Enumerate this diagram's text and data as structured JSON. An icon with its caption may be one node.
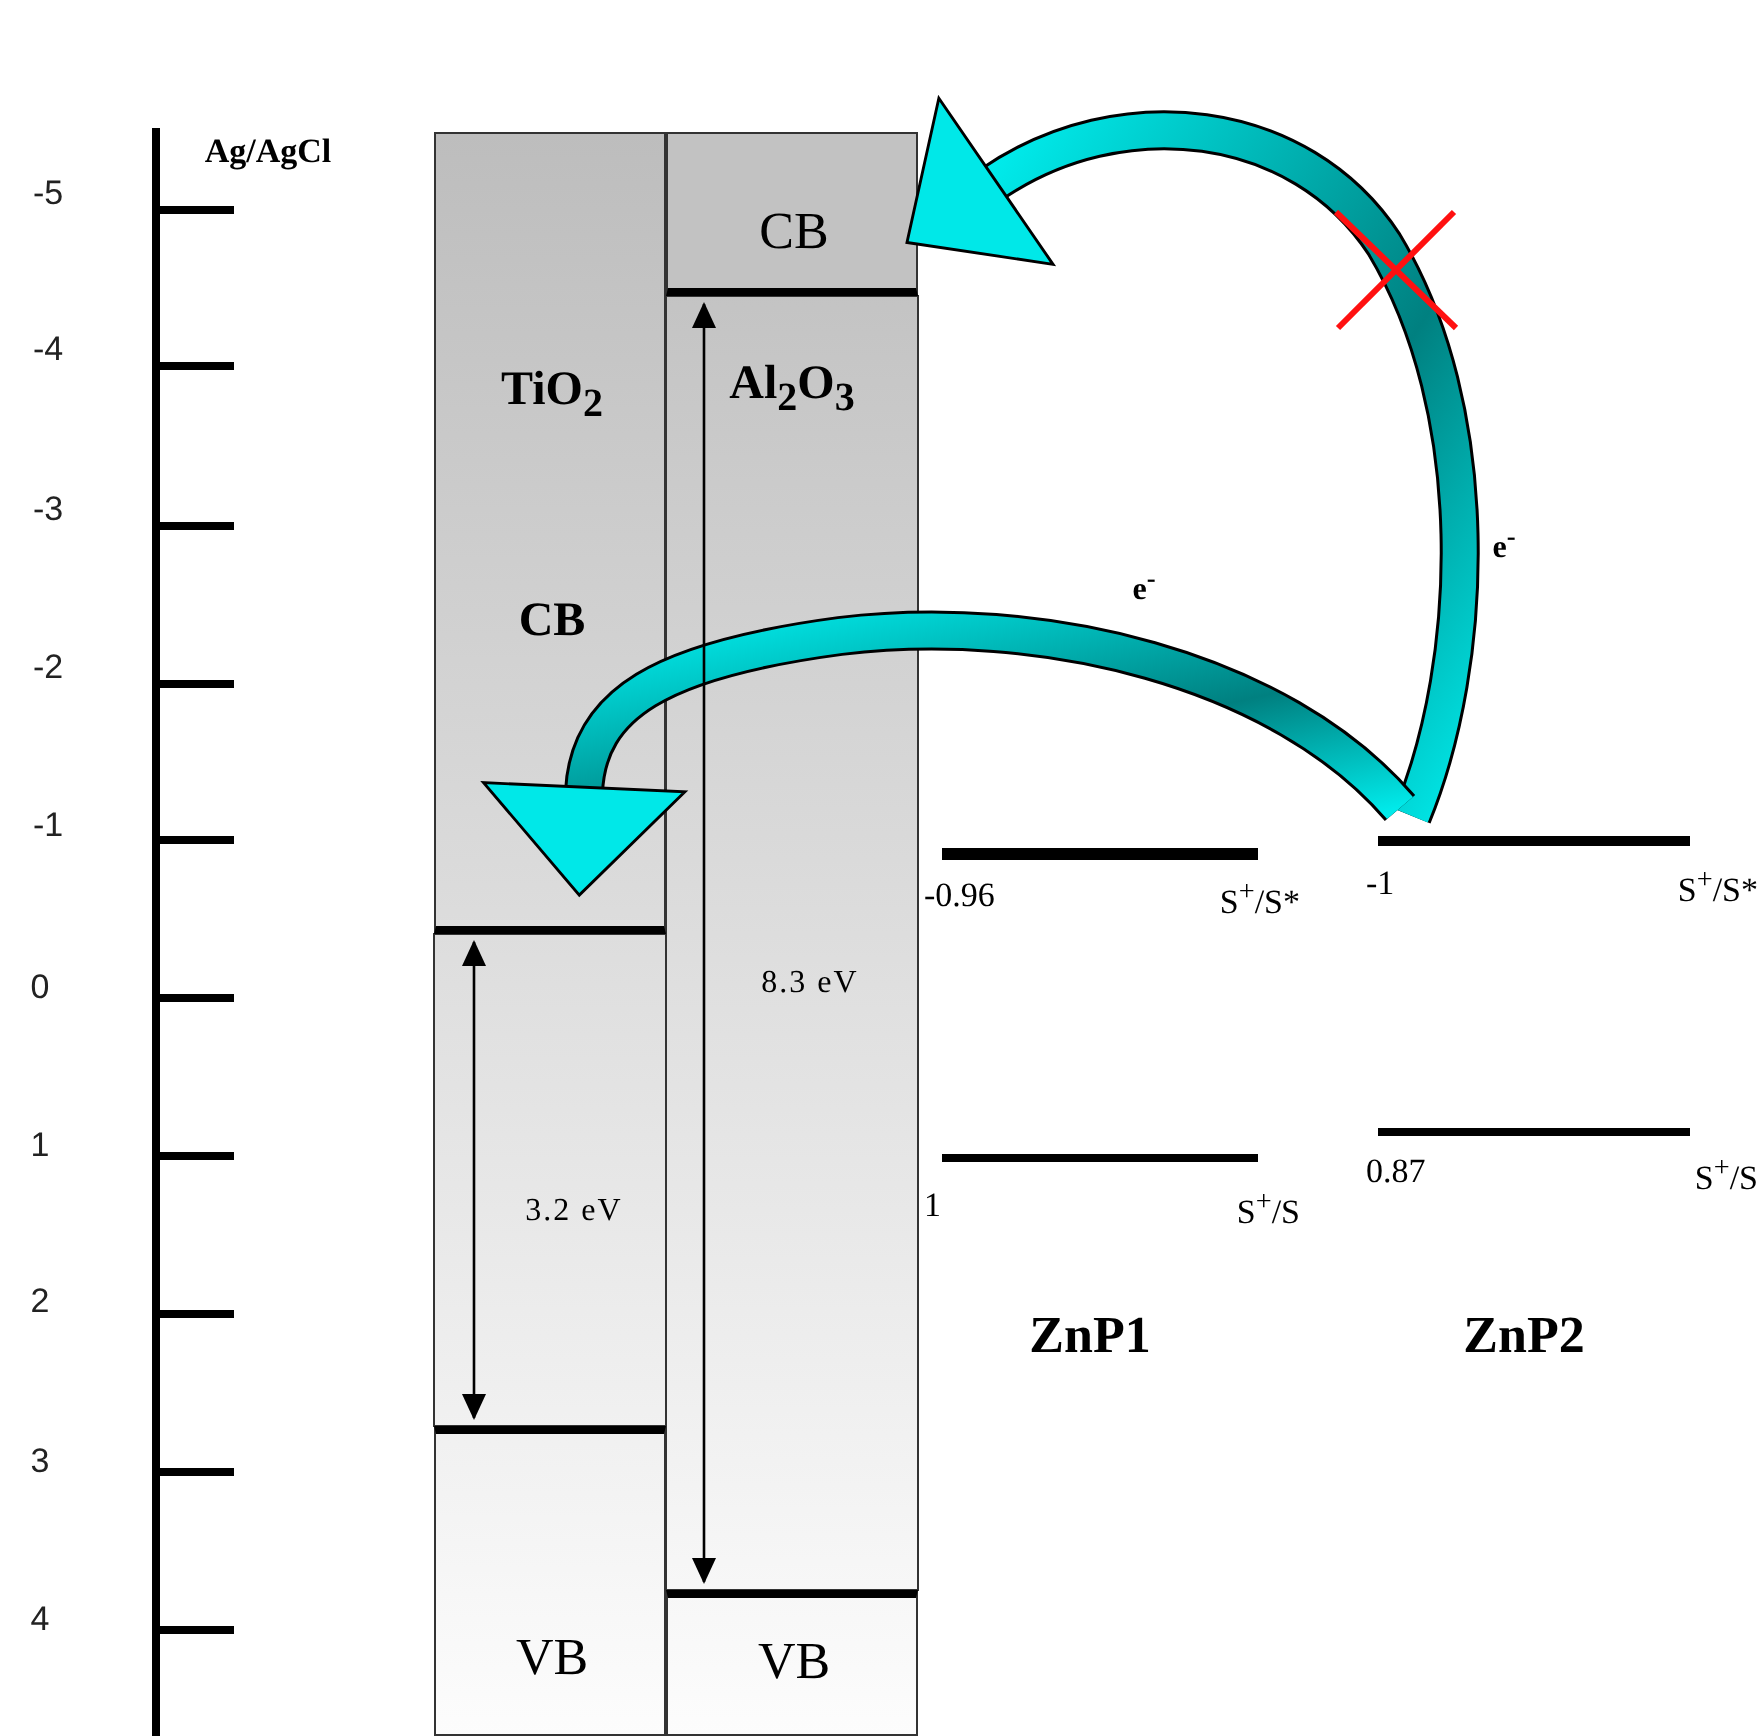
{
  "diagram": {
    "nodes": [
      {
        "text": [
          "TiO$_{2}$",
          "CB"
        ]
      },
      {
        "text": [
          "VB"
        ]
      },
      {
        "text": [
          "CB"
        ]
      },
      {
        "text": [
          "VB"
        ]
      },
      {
        "text": [
          "-0.96",
          "S$^{+}$/S*"
        ]
      },
      {
        "text": [
          "1",
          "S$^{+}$/S"
        ]
      },
      {
        "text": [
          "-1",
          "S$^{+}$/S*"
        ]
      },
      {
        "text": [
          "0.87",
          "S$^{+}$/S"
        ]
      }
    ],
    "edges": [
      {
        "from": 6,
        "to": 2,
        "arrow": "to",
        "label": "e$^{-}$"
      },
      {
        "from": 6,
        "to": 0,
        "arrow": "to",
        "label": "e$^{-}$"
      },
      {
        "from": 2,
        "to": 3,
        "arrow": "both",
        "label": "8.3 eV"
      },
      {
        "from": 0,
        "to": 1,
        "arrow": "both",
        "label": "3.2 eV"
      }
    ],
    "labels": [
      "Ag/AgCl",
      "-5",
      "-4",
      "-3",
      "-2",
      "-1",
      "0",
      "1",
      "2",
      "3",
      "4",
      "Al$_{2}$O$_{3}$",
      "ZnP1",
      "ZnP2"
    ]
  }
}
